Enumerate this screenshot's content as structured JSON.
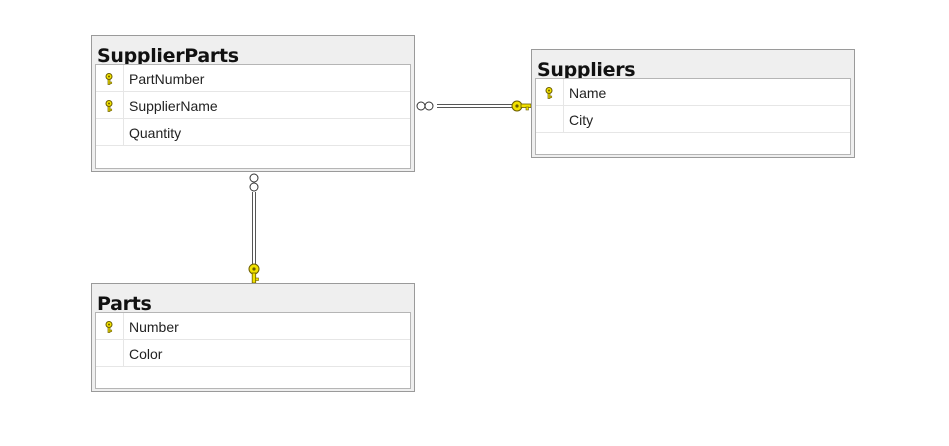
{
  "diagram": {
    "tables": {
      "supplier_parts": {
        "title": "SupplierParts",
        "columns": [
          {
            "name": "PartNumber",
            "key": true
          },
          {
            "name": "SupplierName",
            "key": true
          },
          {
            "name": "Quantity",
            "key": false
          }
        ]
      },
      "suppliers": {
        "title": "Suppliers",
        "columns": [
          {
            "name": "Name",
            "key": true
          },
          {
            "name": "City",
            "key": false
          }
        ]
      },
      "parts": {
        "title": "Parts",
        "columns": [
          {
            "name": "Number",
            "key": true
          },
          {
            "name": "Color",
            "key": false
          }
        ]
      }
    },
    "relationships": [
      {
        "from": "SupplierParts",
        "to": "Suppliers",
        "many_end": "SupplierParts",
        "one_end": "Suppliers"
      },
      {
        "from": "SupplierParts",
        "to": "Parts",
        "many_end": "SupplierParts",
        "one_end": "Parts"
      }
    ],
    "colors": {
      "key_icon": "#f2e200",
      "key_outline": "#6b5d00",
      "connector": "#555555"
    },
    "icons": {
      "key": "primary-key-icon",
      "many": "infinity-icon",
      "one": "key-end-icon"
    }
  }
}
